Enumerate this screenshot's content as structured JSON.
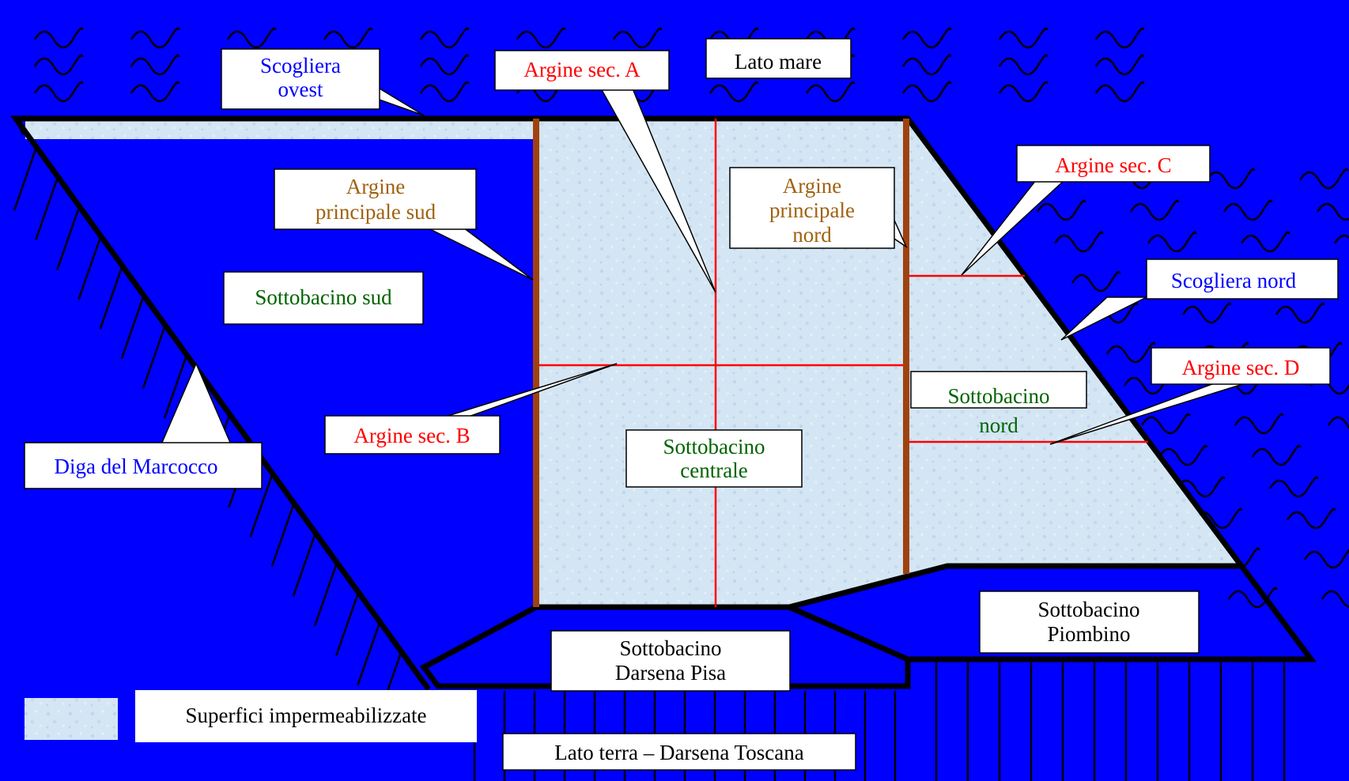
{
  "colors": {
    "sea": "#0000ff",
    "impermeable": "#d4e6f4",
    "embankment_main": "#a0420f",
    "embankment_secondary": "#ff0000",
    "outline": "#000000",
    "label_box": "#ffffff",
    "text_blue": "#0000ff",
    "text_red": "#ff0000",
    "text_brown": "#a0620f",
    "text_green": "#006400",
    "text_black": "#000000"
  },
  "labels": {
    "scogliera_ovest": [
      "Scogliera",
      "ovest"
    ],
    "lato_mare": "Lato mare",
    "argine_sec_a": "Argine sec. A",
    "argine_sec_b": "Argine sec. B",
    "argine_sec_c": "Argine sec. C",
    "argine_sec_d": "Argine sec. D",
    "argine_principale_sud": [
      "Argine",
      "principale sud"
    ],
    "argine_principale_nord": [
      "Argine",
      "principale",
      "nord"
    ],
    "sottobacino_sud": "Sottobacino sud",
    "sottobacino_centrale": [
      "Sottobacino",
      "centrale"
    ],
    "sottobacino_nord": [
      "Sottobacino",
      "nord"
    ],
    "scogliera_nord": "Scogliera nord",
    "diga_del_marcocco": "Diga del Marcocco",
    "sottobacino_darsena_pisa": [
      "Sottobacino",
      "Darsena Pisa"
    ],
    "sottobacino_piombino": [
      "Sottobacino",
      "Piombino"
    ],
    "lato_terra": "Lato terra – Darsena Toscana"
  },
  "legend": {
    "label": "Superfici impermeabilizzate"
  }
}
